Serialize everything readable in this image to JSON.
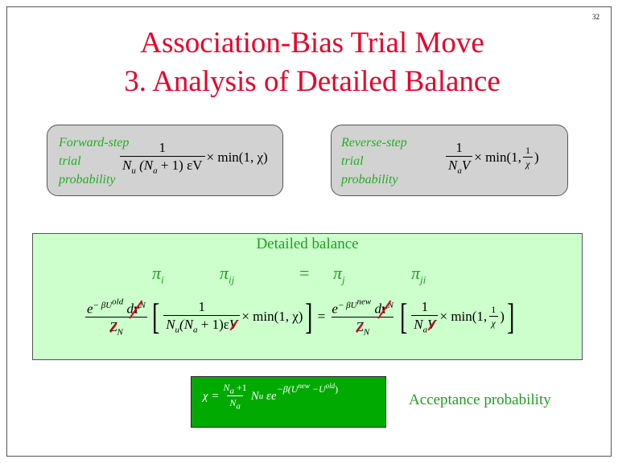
{
  "page_number": "32",
  "title": {
    "line1": "Association-Bias Trial Move",
    "line2": "3.  Analysis of Detailed Balance"
  },
  "forward": {
    "label": [
      "Forward-step",
      "trial",
      "probability"
    ],
    "num": "1",
    "den_Nu": "N",
    "den_u": "u",
    "den_mid": " (N",
    "den_a": "a",
    "den_end": " + 1) εV",
    "times": "× min(1, χ)"
  },
  "reverse": {
    "label": [
      "Reverse-step",
      "trial",
      "probability"
    ],
    "num": "1",
    "den_N": "N",
    "den_a": "a",
    "den_V": "V",
    "times": "× min(1, ",
    "inv_num": "1",
    "inv_den": "χ",
    ")": ")"
  },
  "detailed_balance": {
    "heading": "Detailed balance",
    "pi_labels": [
      {
        "sym": "π",
        "sub": "i"
      },
      {
        "sym": "π",
        "sub": "ij"
      },
      {
        "sym": "=",
        "sub": ""
      },
      {
        "sym": "π",
        "sub": "j"
      },
      {
        "sym": "π",
        "sub": "ji"
      }
    ],
    "lhs": {
      "exp": "e",
      "exp_sup": "− βU",
      "old": "old",
      "d": "d",
      "r": "r",
      "N": "N",
      "Z": "Z",
      "ZN": "N",
      "one": "1",
      "den": "N",
      "u": "u",
      "den2": "(N",
      "a": "a",
      "den3": " + 1)ε",
      "V": "V",
      "tail": "× min(1, χ)"
    },
    "eq": "=",
    "rhs": {
      "exp": "e",
      "exp_sup": "− βU",
      "new": "new",
      "d": "d",
      "r": "r",
      "N": "N",
      "Z": "Z",
      "ZN": "N",
      "one": "1",
      "den": "N",
      "a": "a",
      "V": "V",
      "tail": "× min(1, ",
      "inv_num": "1",
      "inv_den": "χ",
      "close": ")"
    }
  },
  "acceptance": {
    "chi": "χ =",
    "num": "N",
    "num_sub": "a",
    "num_tail": " +1",
    "den": "N",
    "den_sub": "a",
    "Nu": "N",
    "u": "u",
    "eps": "εe",
    "sup": "−β(U",
    "new": "new",
    "minus": " −U",
    "old": "old",
    "close": ")",
    "label": "Acceptance probability"
  },
  "colors": {
    "title": "#e8002a",
    "green_text": "#1fa01f",
    "panel": "#ccffcc",
    "accent_box": "#00aa00"
  }
}
